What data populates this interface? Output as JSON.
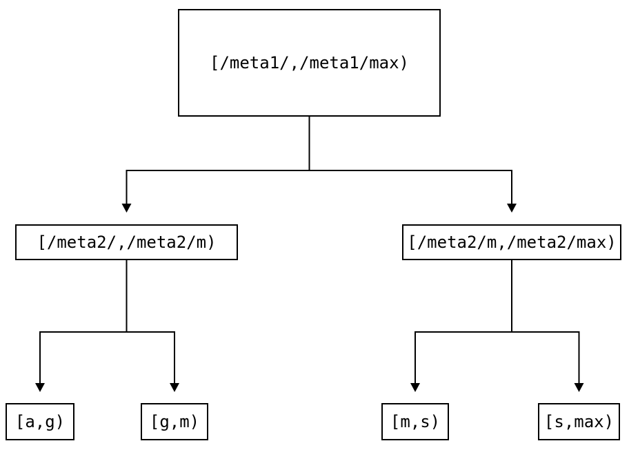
{
  "diagram": {
    "type": "binary-interval-tree",
    "root": {
      "label": "[/meta1/,/meta1/max)"
    },
    "branches": [
      {
        "label": "[/meta2/,/meta2/m)"
      },
      {
        "label": "[/meta2/m,/meta2/max)"
      }
    ],
    "leaves": [
      {
        "label": "[a,g)"
      },
      {
        "label": "[g,m)"
      },
      {
        "label": "[m,s)"
      },
      {
        "label": "[s,max)"
      }
    ],
    "structure": {
      "root_children": [
        "branches.0",
        "branches.1"
      ],
      "branch_children": [
        [
          "leaves.0",
          "leaves.1"
        ],
        [
          "leaves.2",
          "leaves.3"
        ]
      ]
    },
    "colors": {
      "background": "#ffffff",
      "line": "#000000",
      "border": "#000000",
      "text": "#000000"
    }
  }
}
